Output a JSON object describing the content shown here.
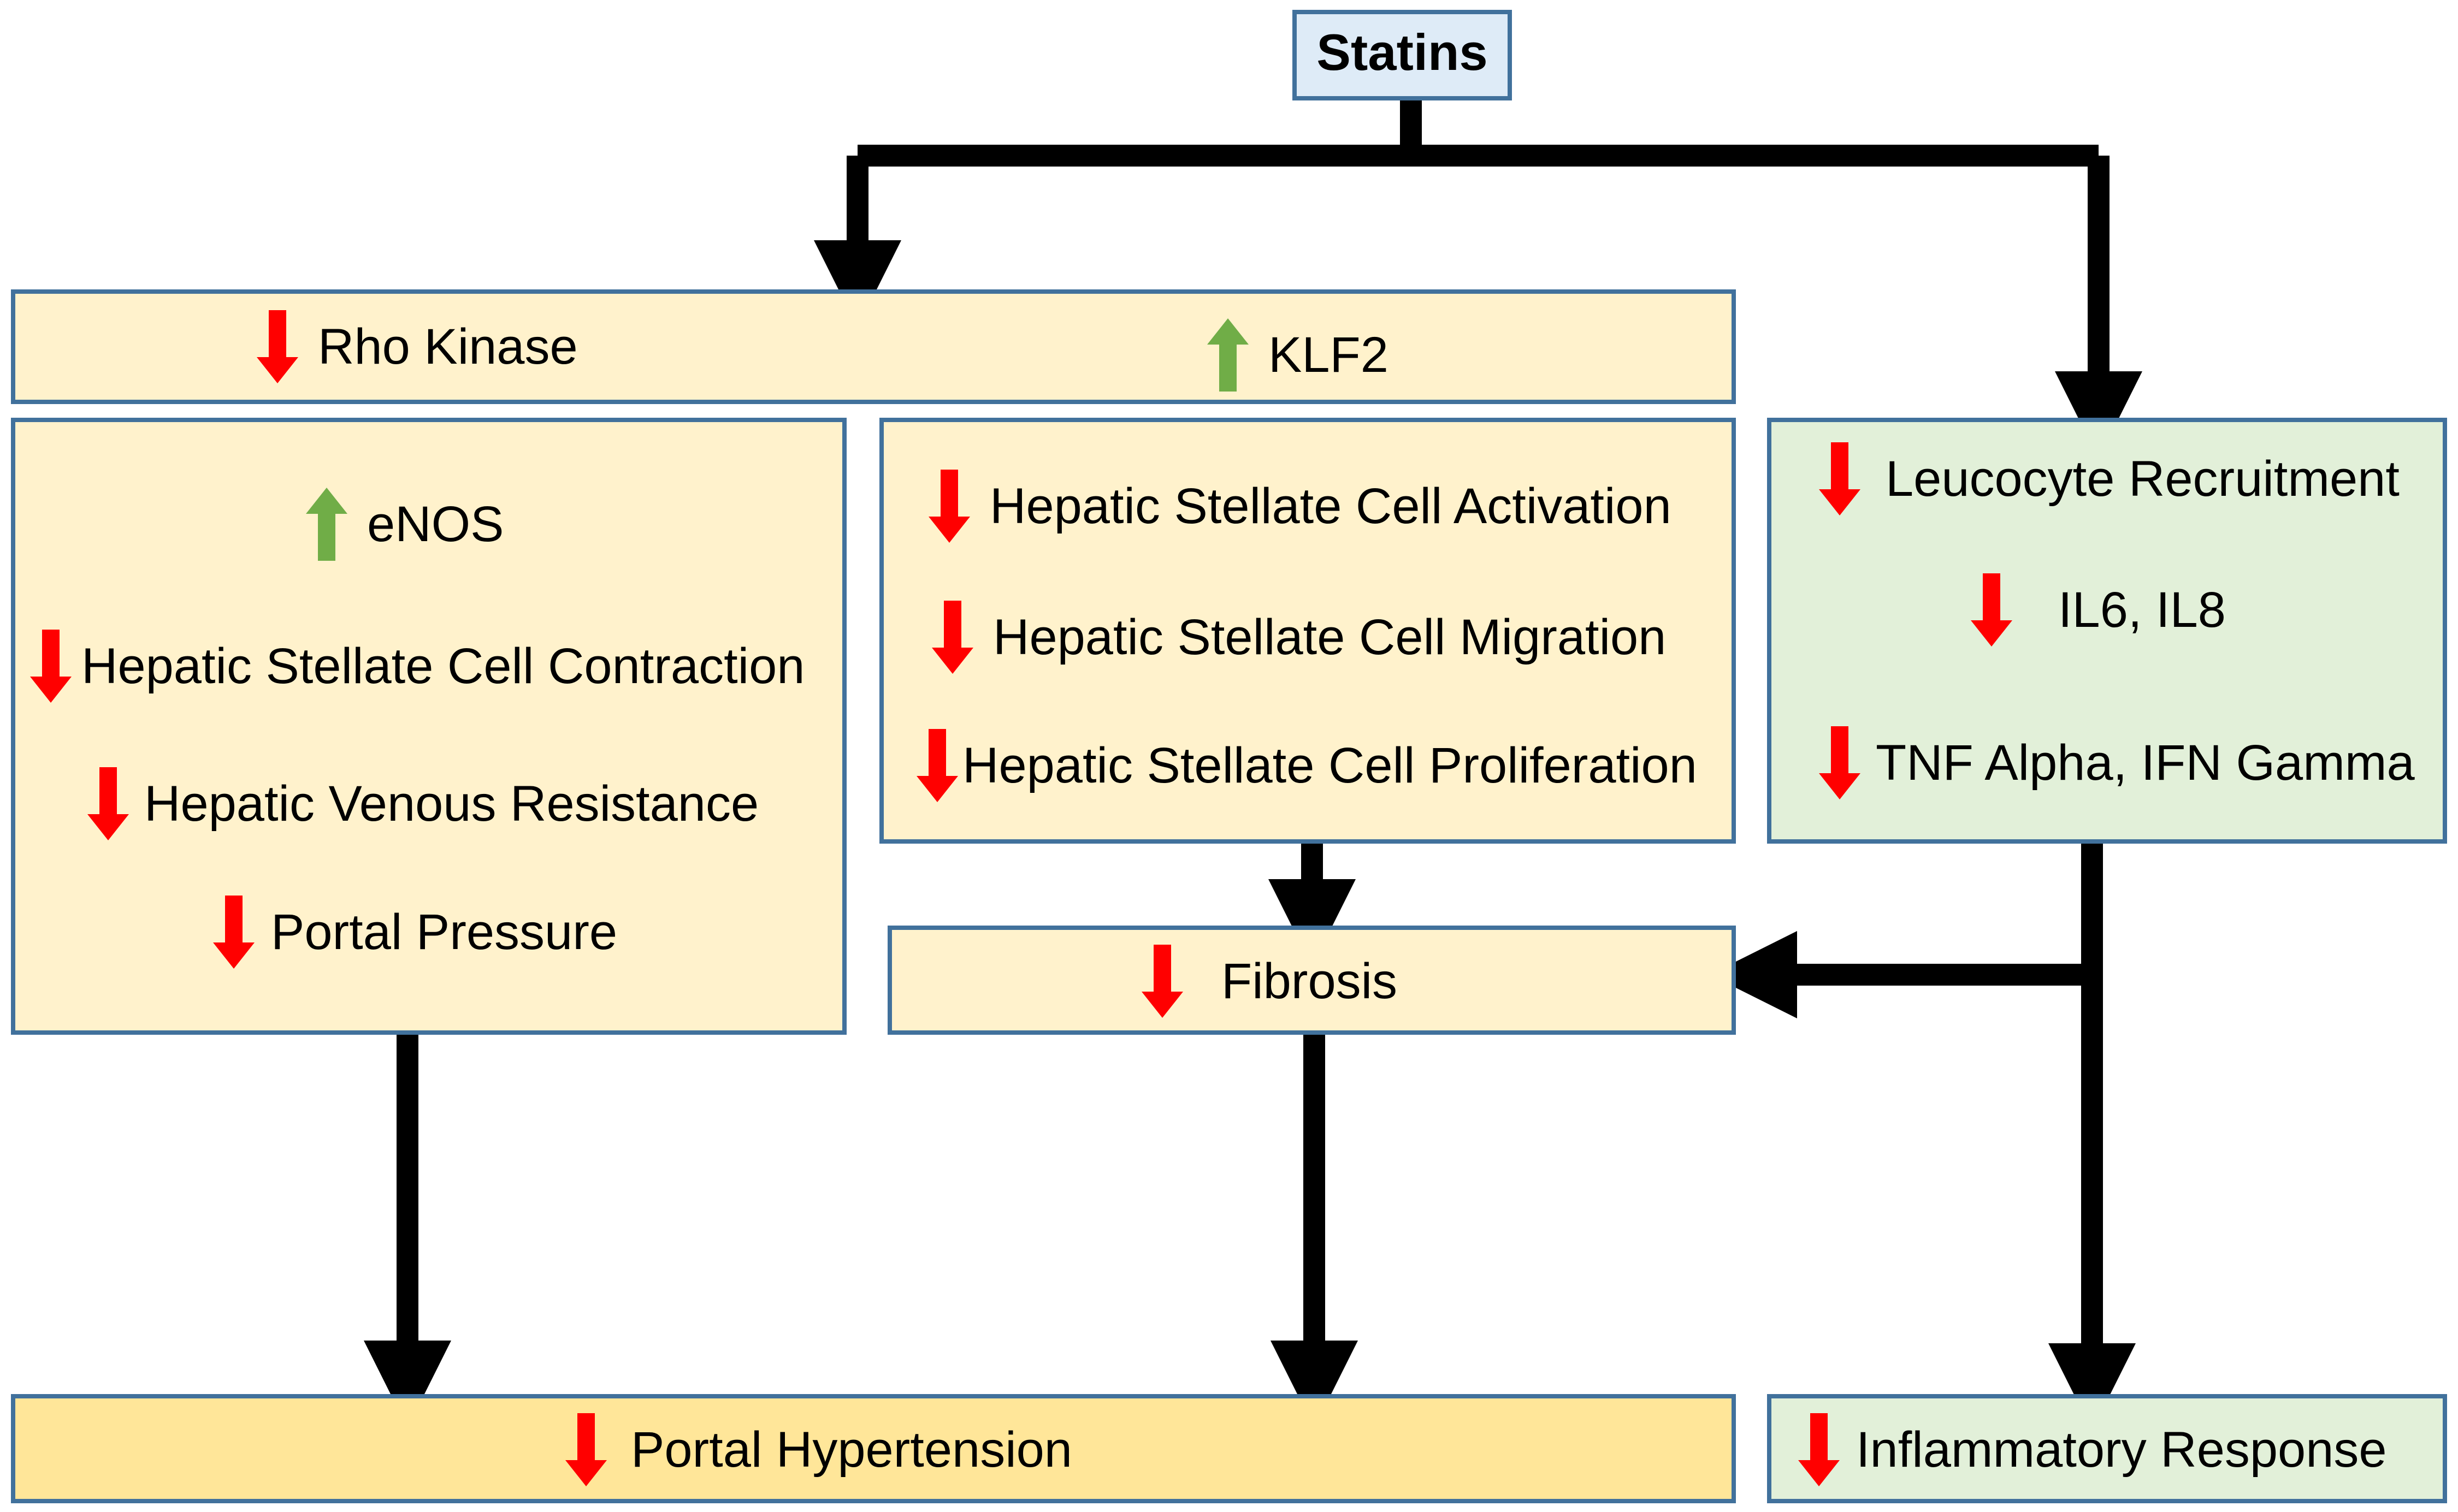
{
  "diagram": {
    "root": "Statins",
    "top_bar": {
      "left": "Rho Kinase",
      "right": "KLF2"
    },
    "left_panel": [
      "eNOS",
      "Hepatic Stellate Cell Contraction",
      "Hepatic Venous Resistance",
      "Portal Pressure"
    ],
    "middle_panel": [
      "Hepatic Stellate Cell Activation",
      "Hepatic Stellate Cell Migration",
      "Hepatic Stellate Cell Proliferation"
    ],
    "right_panel": [
      "Leucocyte Recruitment",
      "IL6, IL8",
      "TNF Alpha, IFN Gamma"
    ],
    "fibrosis": "Fibrosis",
    "outcome_left": "Portal Hypertension",
    "outcome_right": "Inflammatory Response"
  },
  "colors": {
    "decrease": "#FF0000",
    "increase": "#70AD47",
    "border": "#41719C",
    "box_fill": "#FFF2CC",
    "outcome_fill": "#FFE699",
    "inflammation_fill": "#E2F0D9",
    "root_fill": "#DEEBF7"
  },
  "icons": {
    "decrease": "red-down-arrow-icon",
    "increase": "green-up-arrow-icon"
  }
}
